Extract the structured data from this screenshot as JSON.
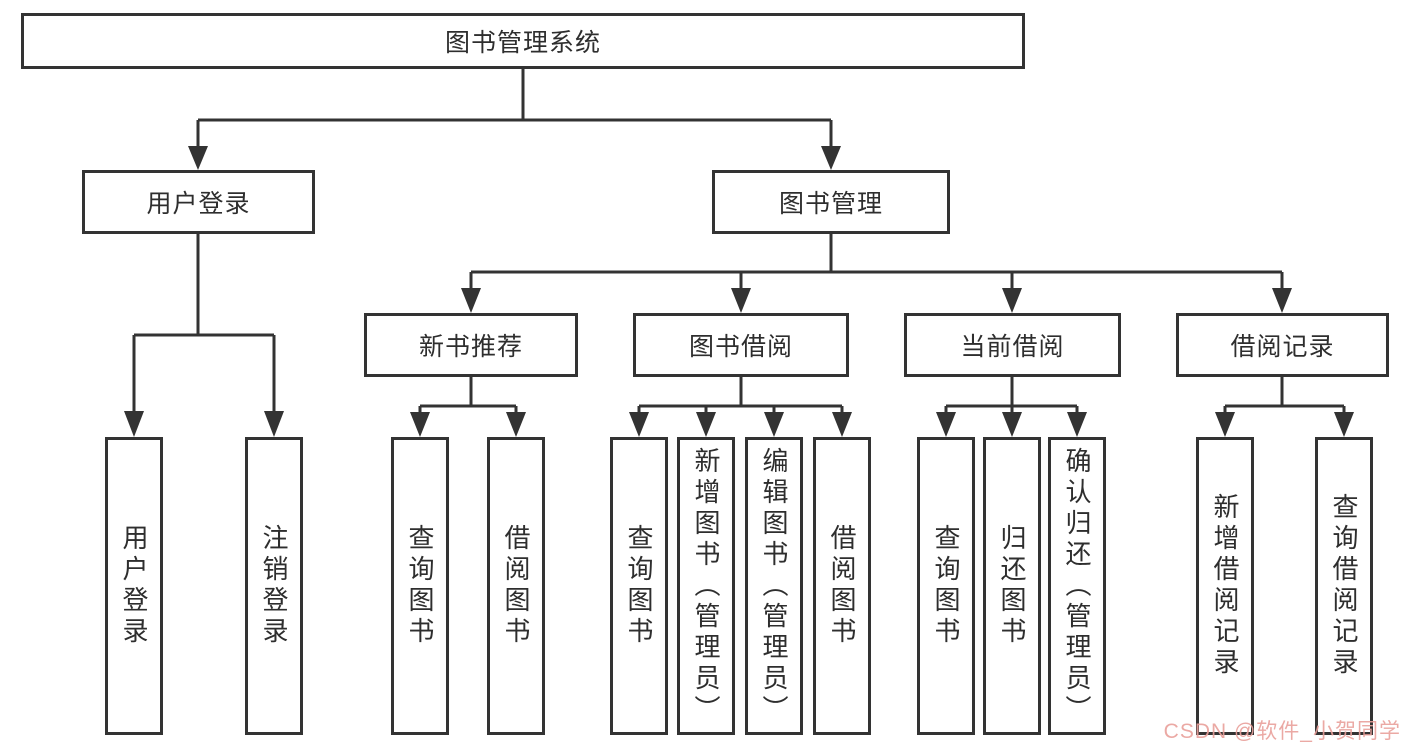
{
  "colors": {
    "line": "#333333",
    "box_border": "#333333",
    "background": "#ffffff",
    "text": "#2e2e2e",
    "watermark": "#e9a09b"
  },
  "tree": {
    "root": {
      "label": "图书管理系统"
    },
    "branches": [
      {
        "label": "用户登录",
        "children": [
          {
            "label": "用户登录"
          },
          {
            "label": "注销登录"
          }
        ]
      },
      {
        "label": "图书管理",
        "children": [
          {
            "label": "新书推荐",
            "children": [
              {
                "label": "查询图书"
              },
              {
                "label": "借阅图书"
              }
            ]
          },
          {
            "label": "图书借阅",
            "children": [
              {
                "label": "查询图书"
              },
              {
                "label": "新增图书（管理员）"
              },
              {
                "label": "编辑图书（管理员）"
              },
              {
                "label": "借阅图书"
              }
            ]
          },
          {
            "label": "当前借阅",
            "children": [
              {
                "label": "查询图书"
              },
              {
                "label": "归还图书"
              },
              {
                "label": "确认归还（管理员）"
              }
            ]
          },
          {
            "label": "借阅记录",
            "children": [
              {
                "label": "新增借阅记录"
              },
              {
                "label": "查询借阅记录"
              }
            ]
          }
        ]
      }
    ]
  },
  "watermark": {
    "text": "CSDN @软件_小贺同学"
  }
}
